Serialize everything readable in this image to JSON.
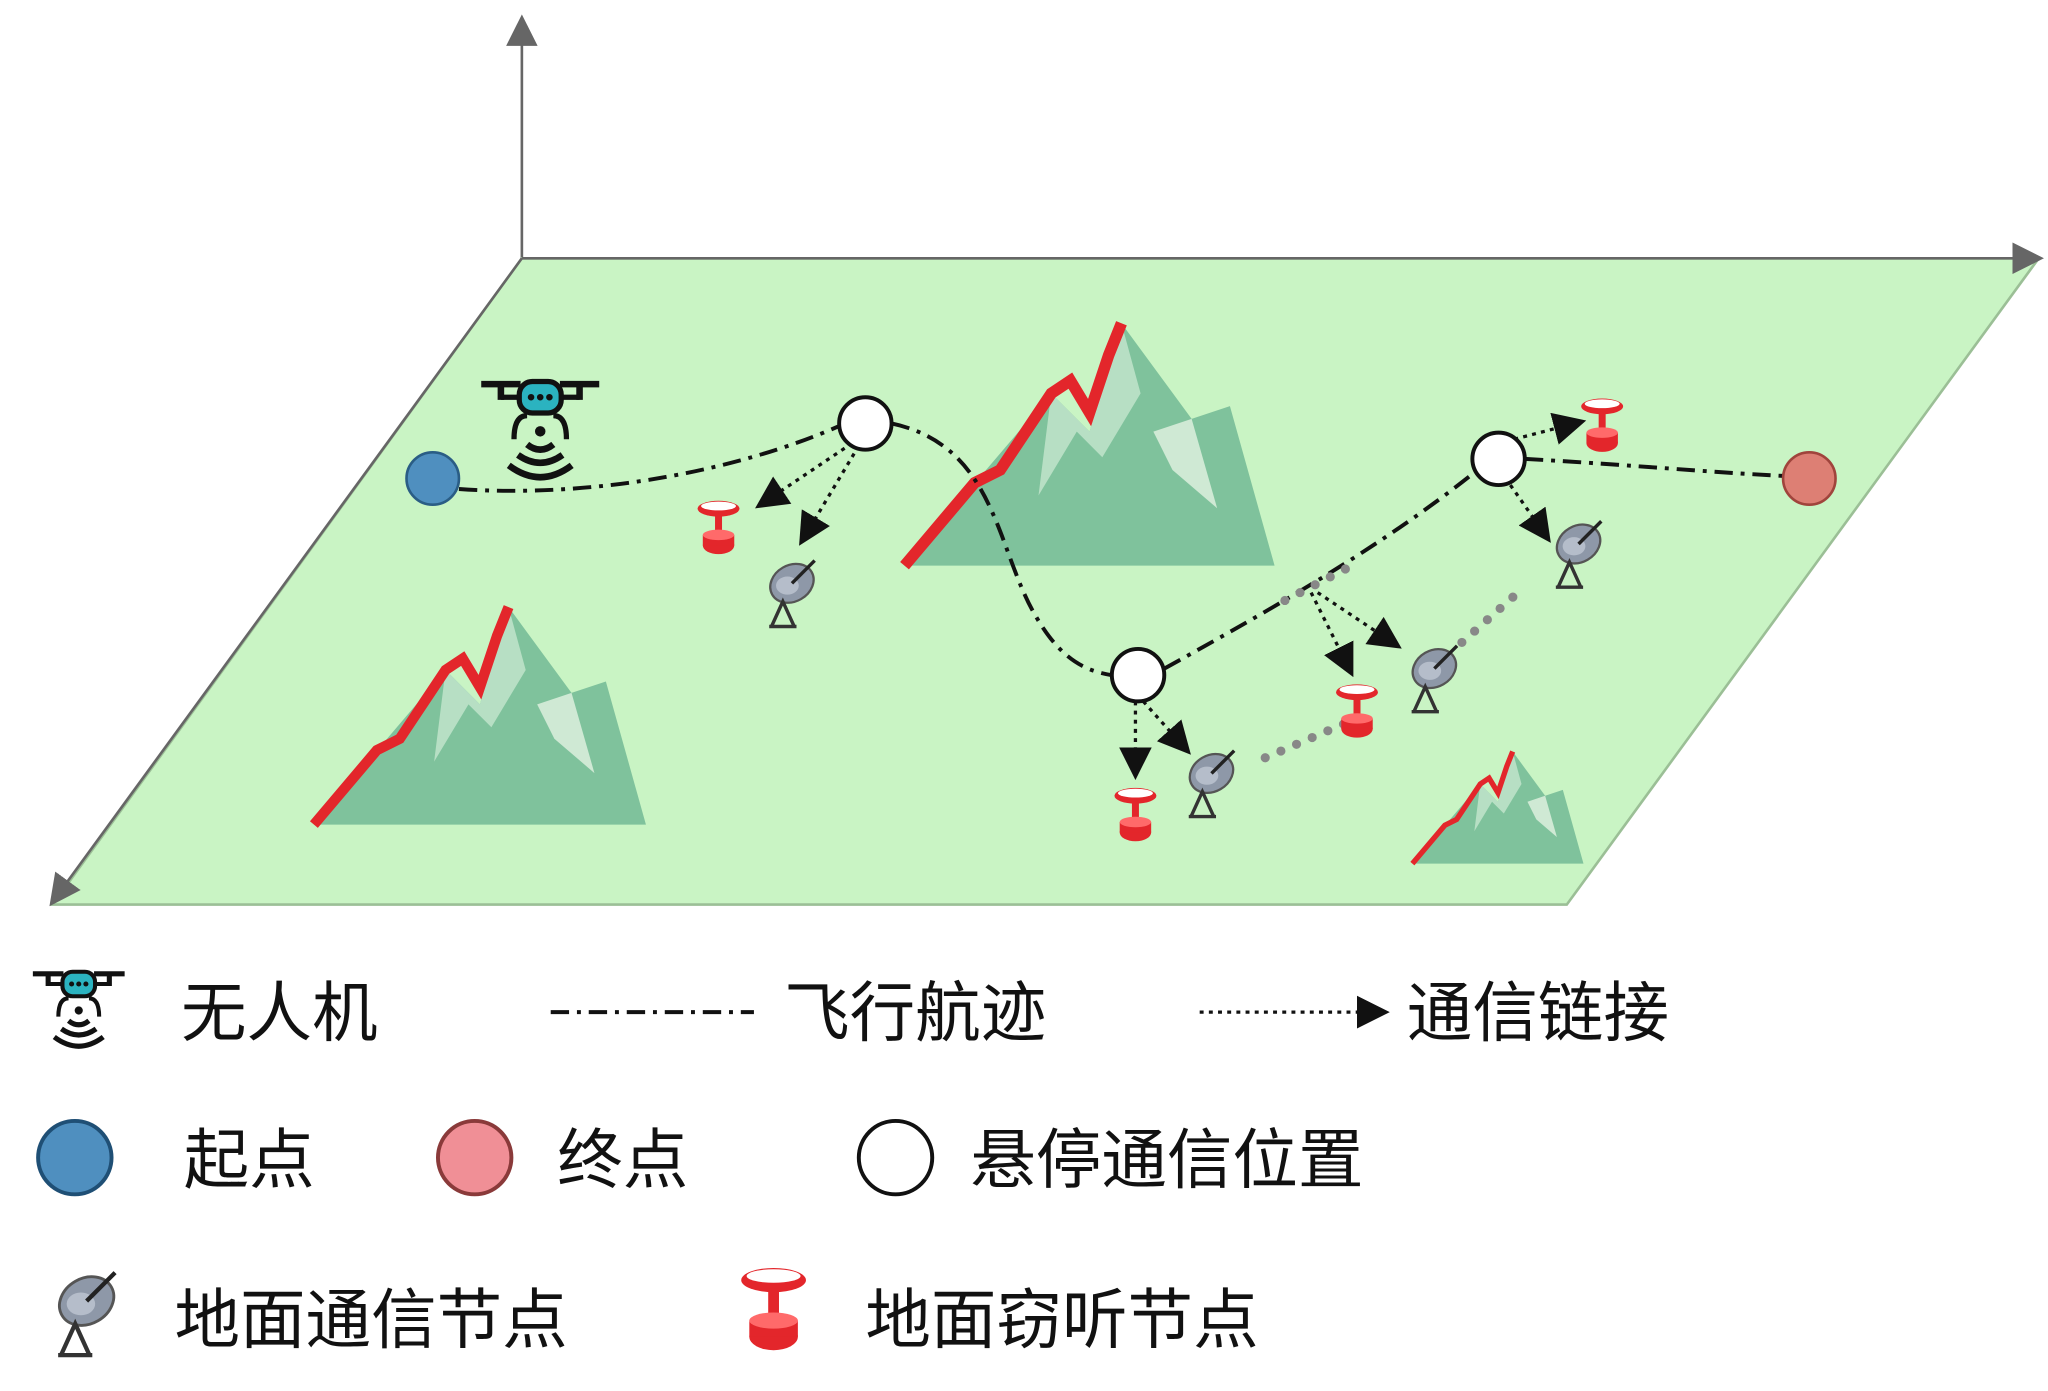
{
  "colors": {
    "ground": "#c9f4c4",
    "start": "#4f8fbf",
    "end": "#ec8c86",
    "mountain": "#7fbf9a",
    "ridge": "#e3262b",
    "drone_body": "#2bb3c0"
  },
  "legend": {
    "uav": "无人机",
    "trajectory": "飞行航迹",
    "link": "通信链接",
    "start": "起点",
    "end": "终点",
    "hover": "悬停通信位置",
    "ground_node": "地面通信节点",
    "eavesdrop_node": "地面窃听节点"
  }
}
